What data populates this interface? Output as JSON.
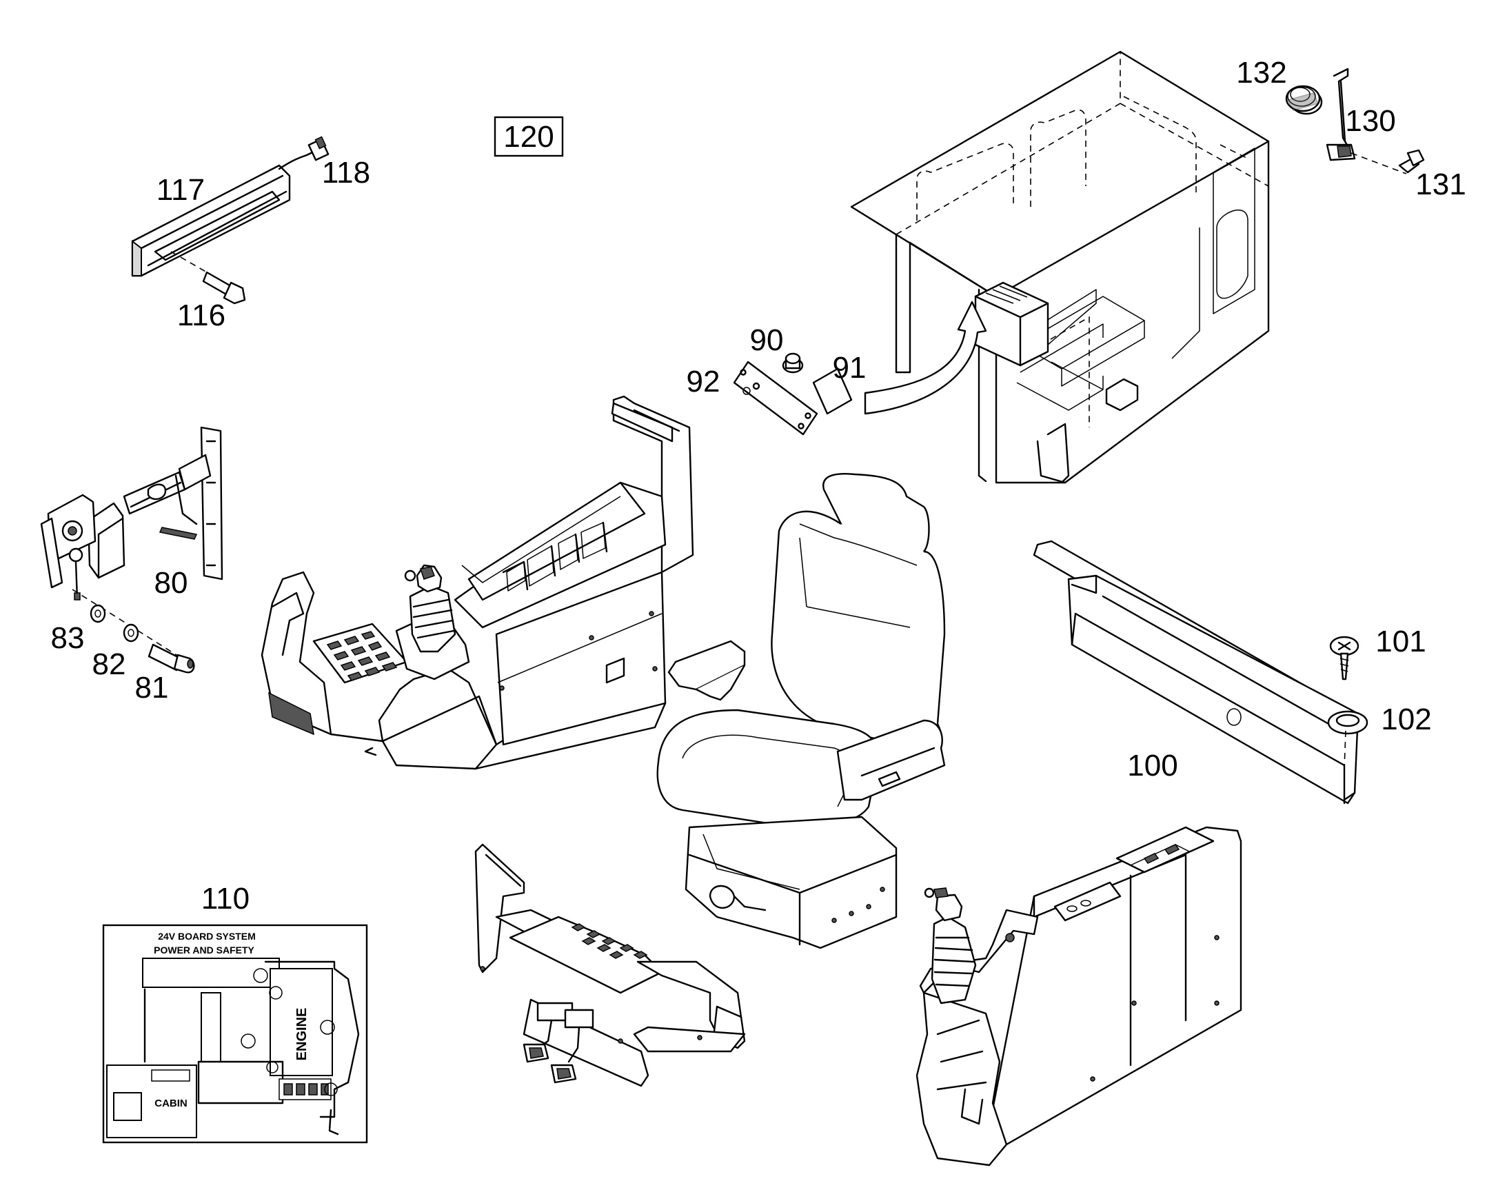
{
  "part_numbers": {
    "p117": "117",
    "p118": "118",
    "p116": "116",
    "p120": "120",
    "p132": "132",
    "p130": "130",
    "p131": "131",
    "p90": "90",
    "p91": "91",
    "p92": "92",
    "p80": "80",
    "p83": "83",
    "p82": "82",
    "p81": "81",
    "p101": "101",
    "p102": "102",
    "p100": "100",
    "p110": "110"
  },
  "sticker": {
    "title_line1": "24V BOARD SYSTEM",
    "title_line2": "POWER AND SAFETY",
    "engine": "ENGINE",
    "cabin": "CABIN"
  }
}
